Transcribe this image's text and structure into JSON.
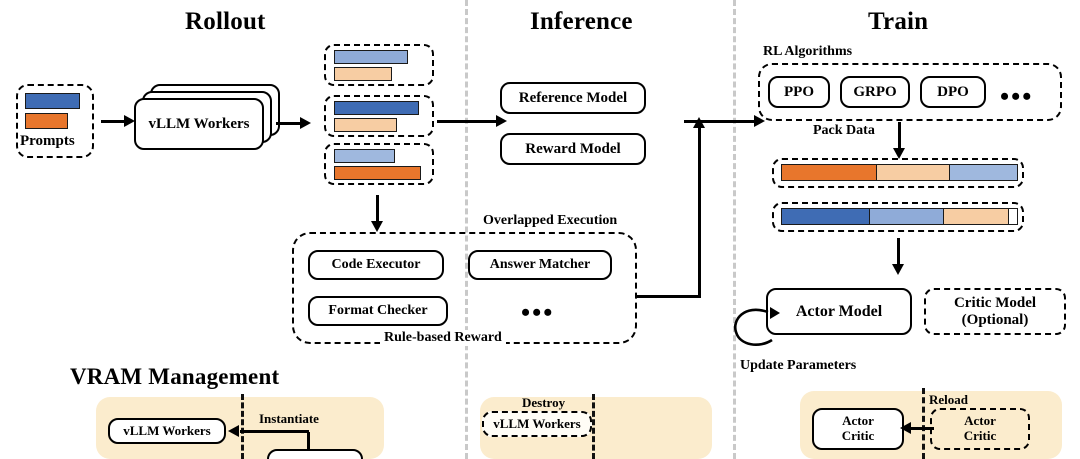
{
  "sections": {
    "rollout": {
      "title": "Rollout"
    },
    "inference": {
      "title": "Inference"
    },
    "train": {
      "title": "Train"
    }
  },
  "rollout": {
    "prompts_label": "Prompts",
    "workers_label": "vLLM Workers",
    "prompt_bars": [
      {
        "color": "#3f6cb4",
        "name": "prompt-bar-blue"
      },
      {
        "color": "#e8762c",
        "name": "prompt-bar-orange"
      }
    ],
    "rollout_groups": [
      {
        "bars": [
          {
            "color": "#8fabd8"
          },
          {
            "color": "#f7cda3"
          }
        ]
      },
      {
        "bars": [
          {
            "color": "#3f6cb4"
          },
          {
            "color": "#f7cda3"
          }
        ]
      },
      {
        "bars": [
          {
            "color": "#9fb8de"
          },
          {
            "color": "#e8762c"
          }
        ]
      }
    ]
  },
  "reward": {
    "overlapped_label": "Overlapped Execution",
    "rule_label": "Rule-based Reward",
    "items": [
      "Code Executor",
      "Answer Matcher",
      "Format Checker"
    ],
    "ellipsis": "•••"
  },
  "inference": {
    "models": [
      "Reference Model",
      "Reward Model"
    ]
  },
  "train": {
    "rl_algorithms_label": "RL Algorithms",
    "algorithms": [
      "PPO",
      "GRPO",
      "DPO"
    ],
    "algorithms_ellipsis": "•••",
    "pack_data_label": "Pack Data",
    "packed_rows": [
      {
        "segments": [
          {
            "color": "#e8762c",
            "w": 40
          },
          {
            "color": "#f7cda3",
            "w": 31
          },
          {
            "color": "#9fb8de",
            "w": 29
          }
        ]
      },
      {
        "segments": [
          {
            "color": "#3f6cb4",
            "w": 37
          },
          {
            "color": "#8fabd8",
            "w": 31
          },
          {
            "color": "#f7cda3",
            "w": 28
          },
          {
            "color": "#ffffff",
            "w": 4
          }
        ]
      }
    ],
    "actor_model_label": "Actor Model",
    "critic_model_label": "Critic Model\n(Optional)",
    "critic_model_line1": "Critic Model",
    "critic_model_line2": "(Optional)",
    "update_parameters_label": "Update Parameters"
  },
  "vram": {
    "title": "VRAM Management",
    "left": {
      "active_label": "vLLM Workers",
      "action_label": "Instantiate"
    },
    "middle": {
      "action_label": "Destroy",
      "inactive_label": "vLLM Workers"
    },
    "right": {
      "active_line1": "Actor",
      "active_line2": "Critic",
      "action_label": "Reload",
      "inactive_line1": "Actor",
      "inactive_line2": "Critic"
    }
  },
  "colors": {
    "blue_dark": "#3f6cb4",
    "blue_light": "#8fabd8",
    "orange_dark": "#e8762c",
    "orange_light": "#f7cda3",
    "vram_panel": "#fbeccd",
    "divider": "#c9c9c9"
  }
}
